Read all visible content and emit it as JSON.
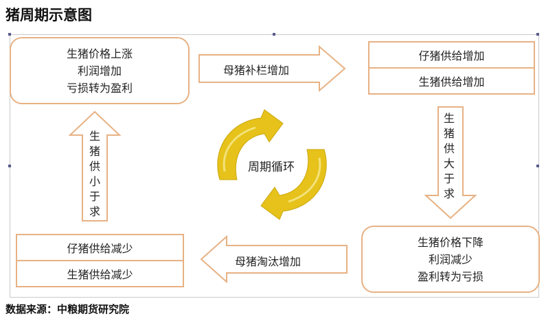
{
  "header": {
    "title": "猪周期示意图"
  },
  "footer": {
    "source": "数据来源：中粮期货研究院"
  },
  "cycle": {
    "top_left": {
      "lines": [
        "生猪价格上涨",
        "利润增加",
        "亏损转为盈利"
      ]
    },
    "top_right": {
      "cells": [
        "仔猪供给增加",
        "生猪供给增加"
      ]
    },
    "bottom_right": {
      "lines": [
        "生猪价格下降",
        "利润减少",
        "盈利转为亏损"
      ]
    },
    "bottom_left": {
      "cells": [
        "仔猪供给减少",
        "生猪供给减少"
      ]
    },
    "arrow_top": {
      "label": "母猪补栏增加"
    },
    "arrow_right": {
      "chars": [
        "生",
        "猪",
        "供",
        "大",
        "于",
        "求"
      ]
    },
    "arrow_bottom": {
      "label": "母猪淘汰增加"
    },
    "arrow_left": {
      "chars": [
        "生",
        "猪",
        "供",
        "小",
        "于",
        "求"
      ]
    },
    "center": {
      "label": "周期循环"
    }
  },
  "colors": {
    "box_border": "#e7b183",
    "cycle_arrow": "#e6c21a",
    "cycle_arrow_light": "#f3e27a"
  }
}
